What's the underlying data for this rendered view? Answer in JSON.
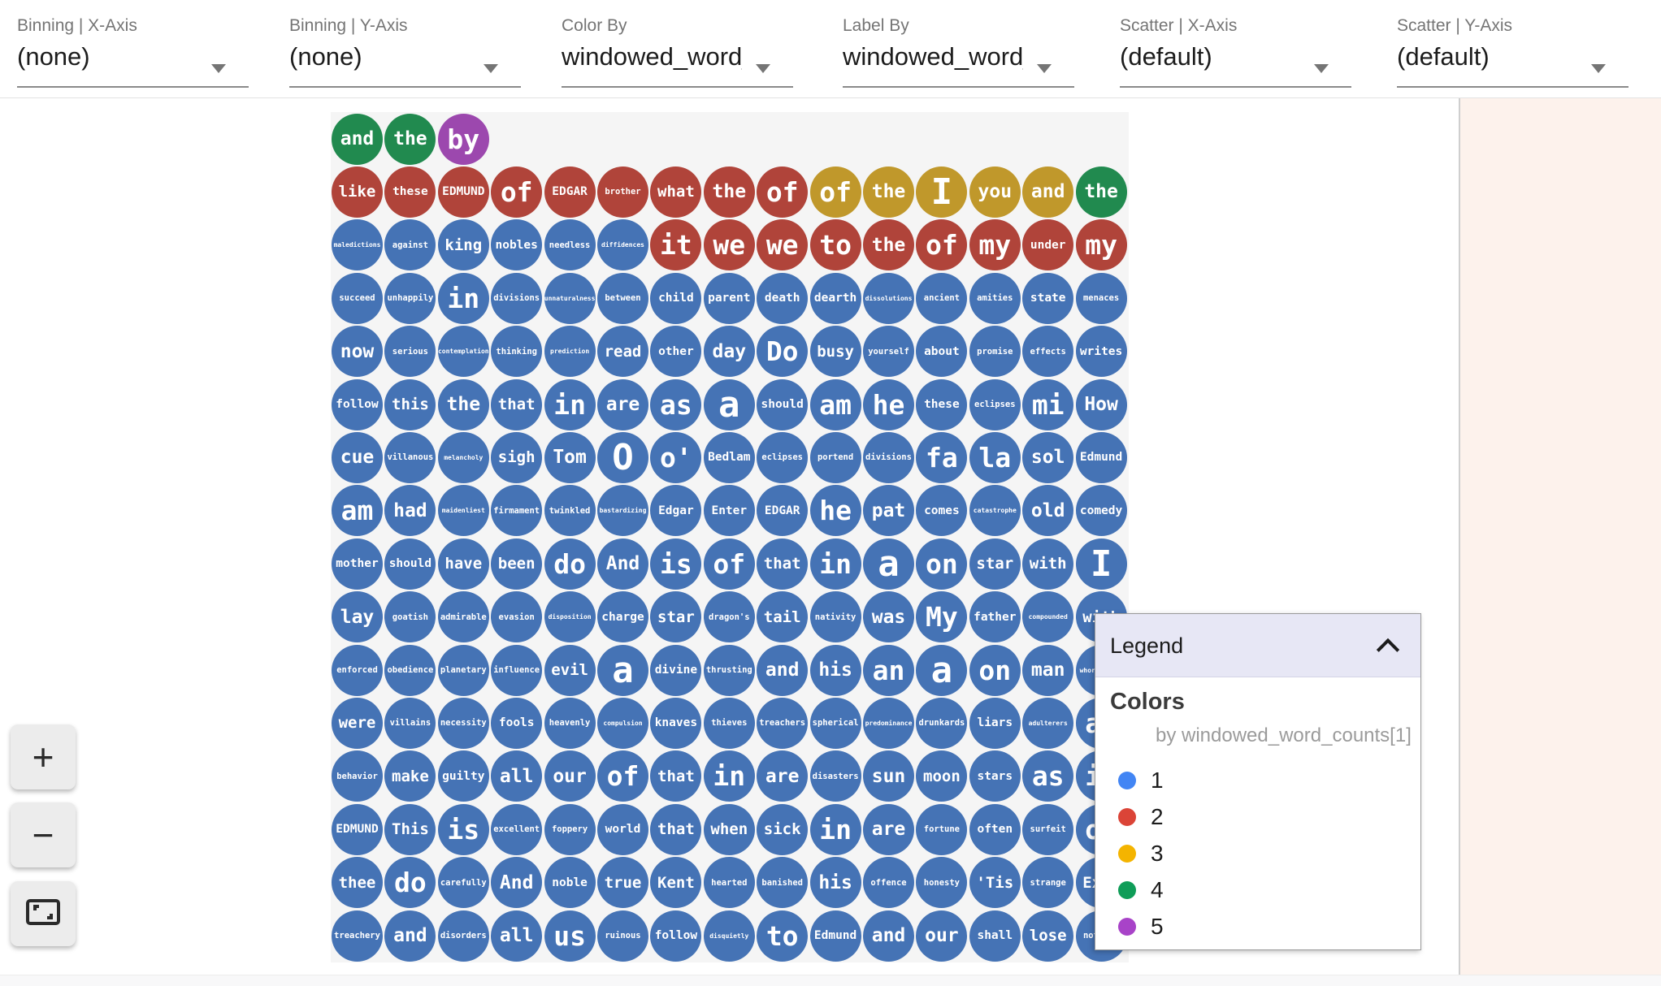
{
  "toolbar": {
    "controls": [
      {
        "id": "binning-x-axis",
        "label": "Binning | X-Axis",
        "value": "(none)"
      },
      {
        "id": "binning-y-axis",
        "label": "Binning | Y-Axis",
        "value": "(none)"
      },
      {
        "id": "color-by",
        "label": "Color By",
        "value": "windowed_word_c"
      },
      {
        "id": "label-by",
        "label": "Label By",
        "value": "windowed_word_c"
      },
      {
        "id": "scatter-x-axis",
        "label": "Scatter | X-Axis",
        "value": "(default)"
      },
      {
        "id": "scatter-y-axis",
        "label": "Scatter | Y-Axis",
        "value": "(default)"
      }
    ]
  },
  "palette": {
    "circle_colors_by_count": {
      "1": "#4573b5",
      "2": "#b0443a",
      "3": "#c0982b",
      "4": "#218a4f",
      "5": "#9c48ae"
    },
    "plot_background": "#f5f5f5",
    "side_panel_background": "#fdf2ec"
  },
  "legend": {
    "title": "Legend",
    "chevron_icon": "chevron-up",
    "section_title": "Colors",
    "subtitle": "by windowed_word_counts[1]",
    "entries": [
      {
        "label": "1",
        "color": "#4285f4"
      },
      {
        "label": "2",
        "color": "#db4437"
      },
      {
        "label": "3",
        "color": "#f4b400"
      },
      {
        "label": "4",
        "color": "#0f9d58"
      },
      {
        "label": "5",
        "color": "#a843c8"
      }
    ]
  },
  "zoom_controls": {
    "zoom_in_label": "+",
    "zoom_out_label": "−",
    "fit_icon": "fit-to-screen"
  },
  "grid": {
    "rows": [
      [
        [
          "and",
          4
        ],
        [
          "the",
          4
        ],
        [
          "by",
          5
        ]
      ],
      [
        [
          "like",
          2
        ],
        [
          "these",
          2
        ],
        [
          "EDMUND",
          2
        ],
        [
          "of",
          2
        ],
        [
          "EDGAR",
          2
        ],
        [
          "brother",
          2
        ],
        [
          "what",
          2
        ],
        [
          "the",
          2
        ],
        [
          "of",
          2
        ],
        [
          "of",
          3
        ],
        [
          "the",
          3
        ],
        [
          "I",
          3
        ],
        [
          "you",
          3
        ],
        [
          "and",
          3
        ],
        [
          "the",
          4
        ]
      ],
      [
        [
          "maledictions",
          1
        ],
        [
          "against",
          1
        ],
        [
          "king",
          1
        ],
        [
          "nobles",
          1
        ],
        [
          "needless",
          1
        ],
        [
          "diffidences",
          1
        ],
        [
          "it",
          2
        ],
        [
          "we",
          2
        ],
        [
          "we",
          2
        ],
        [
          "to",
          2
        ],
        [
          "the",
          2
        ],
        [
          "of",
          2
        ],
        [
          "my",
          2
        ],
        [
          "under",
          2
        ],
        [
          "my",
          2
        ]
      ],
      [
        [
          "succeed",
          1
        ],
        [
          "unhappily",
          1
        ],
        [
          "in",
          1
        ],
        [
          "divisions",
          1
        ],
        [
          "unnaturalness",
          1
        ],
        [
          "between",
          1
        ],
        [
          "child",
          1
        ],
        [
          "parent",
          1
        ],
        [
          "death",
          1
        ],
        [
          "dearth",
          1
        ],
        [
          "dissolutions",
          1
        ],
        [
          "ancient",
          1
        ],
        [
          "amities",
          1
        ],
        [
          "state",
          1
        ],
        [
          "menaces",
          1
        ]
      ],
      [
        [
          "now",
          1
        ],
        [
          "serious",
          1
        ],
        [
          "contemplation",
          1
        ],
        [
          "thinking",
          1
        ],
        [
          "prediction",
          1
        ],
        [
          "read",
          1
        ],
        [
          "other",
          1
        ],
        [
          "day",
          1
        ],
        [
          "Do",
          1
        ],
        [
          "busy",
          1
        ],
        [
          "yourself",
          1
        ],
        [
          "about",
          1
        ],
        [
          "promise",
          1
        ],
        [
          "effects",
          1
        ],
        [
          "writes",
          1
        ]
      ],
      [
        [
          "follow",
          1
        ],
        [
          "this",
          1
        ],
        [
          "the",
          1
        ],
        [
          "that",
          1
        ],
        [
          "in",
          1
        ],
        [
          "are",
          1
        ],
        [
          "as",
          1
        ],
        [
          "a",
          1
        ],
        [
          "should",
          1
        ],
        [
          "am",
          1
        ],
        [
          "he",
          1
        ],
        [
          "these",
          1
        ],
        [
          "eclipses",
          1
        ],
        [
          "mi",
          1
        ],
        [
          "How",
          1
        ]
      ],
      [
        [
          "cue",
          1
        ],
        [
          "villanous",
          1
        ],
        [
          "melancholy",
          1
        ],
        [
          "sigh",
          1
        ],
        [
          "Tom",
          1
        ],
        [
          "O",
          1
        ],
        [
          "o'",
          1
        ],
        [
          "Bedlam",
          1
        ],
        [
          "eclipses",
          1
        ],
        [
          "portend",
          1
        ],
        [
          "divisions",
          1
        ],
        [
          "fa",
          1
        ],
        [
          "la",
          1
        ],
        [
          "sol",
          1
        ],
        [
          "Edmund",
          1
        ]
      ],
      [
        [
          "am",
          1
        ],
        [
          "had",
          1
        ],
        [
          "maidenliest",
          1
        ],
        [
          "firmament",
          1
        ],
        [
          "twinkled",
          1
        ],
        [
          "bastardizing",
          1
        ],
        [
          "Edgar",
          1
        ],
        [
          "Enter",
          1
        ],
        [
          "EDGAR",
          1
        ],
        [
          "he",
          1
        ],
        [
          "pat",
          1
        ],
        [
          "comes",
          1
        ],
        [
          "catastrophe",
          1
        ],
        [
          "old",
          1
        ],
        [
          "comedy",
          1
        ]
      ],
      [
        [
          "mother",
          1
        ],
        [
          "should",
          1
        ],
        [
          "have",
          1
        ],
        [
          "been",
          1
        ],
        [
          "do",
          1
        ],
        [
          "And",
          1
        ],
        [
          "is",
          1
        ],
        [
          "of",
          1
        ],
        [
          "that",
          1
        ],
        [
          "in",
          1
        ],
        [
          "a",
          1
        ],
        [
          "on",
          1
        ],
        [
          "star",
          1
        ],
        [
          "with",
          1
        ],
        [
          "I",
          1
        ]
      ],
      [
        [
          "lay",
          1
        ],
        [
          "goatish",
          1
        ],
        [
          "admirable",
          1
        ],
        [
          "evasion",
          1
        ],
        [
          "disposition",
          1
        ],
        [
          "charge",
          1
        ],
        [
          "star",
          1
        ],
        [
          "dragon's",
          1
        ],
        [
          "tail",
          1
        ],
        [
          "nativity",
          1
        ],
        [
          "was",
          1
        ],
        [
          "My",
          1
        ],
        [
          "father",
          1
        ],
        [
          "compounded",
          1
        ],
        [
          "with",
          1
        ]
      ],
      [
        [
          "enforced",
          1
        ],
        [
          "obedience",
          1
        ],
        [
          "planetary",
          1
        ],
        [
          "influence",
          1
        ],
        [
          "evil",
          1
        ],
        [
          "a",
          1
        ],
        [
          "divine",
          1
        ],
        [
          "thrusting",
          1
        ],
        [
          "and",
          1
        ],
        [
          "his",
          1
        ],
        [
          "an",
          1
        ],
        [
          "a",
          1
        ],
        [
          "on",
          1
        ],
        [
          "man",
          1
        ],
        [
          "whoremaster",
          1
        ]
      ],
      [
        [
          "were",
          1
        ],
        [
          "villains",
          1
        ],
        [
          "necessity",
          1
        ],
        [
          "fools",
          1
        ],
        [
          "heavenly",
          1
        ],
        [
          "compulsion",
          1
        ],
        [
          "knaves",
          1
        ],
        [
          "thieves",
          1
        ],
        [
          "treachers",
          1
        ],
        [
          "spherical",
          1
        ],
        [
          "predominance",
          1
        ],
        [
          "drunkards",
          1
        ],
        [
          "liars",
          1
        ],
        [
          "adulterers",
          1
        ],
        [
          "an",
          1
        ]
      ],
      [
        [
          "behavior",
          1
        ],
        [
          "make",
          1
        ],
        [
          "guilty",
          1
        ],
        [
          "all",
          1
        ],
        [
          "our",
          1
        ],
        [
          "of",
          1
        ],
        [
          "that",
          1
        ],
        [
          "in",
          1
        ],
        [
          "are",
          1
        ],
        [
          "disasters",
          1
        ],
        [
          "sun",
          1
        ],
        [
          "moon",
          1
        ],
        [
          "stars",
          1
        ],
        [
          "as",
          1
        ],
        [
          "if",
          1
        ]
      ],
      [
        [
          "EDMUND",
          1
        ],
        [
          "This",
          1
        ],
        [
          "is",
          1
        ],
        [
          "excellent",
          1
        ],
        [
          "foppery",
          1
        ],
        [
          "world",
          1
        ],
        [
          "that",
          1
        ],
        [
          "when",
          1
        ],
        [
          "sick",
          1
        ],
        [
          "in",
          1
        ],
        [
          "are",
          1
        ],
        [
          "fortune",
          1
        ],
        [
          "often",
          1
        ],
        [
          "surfeit",
          1
        ],
        [
          "of",
          1
        ]
      ],
      [
        [
          "thee",
          1
        ],
        [
          "do",
          1
        ],
        [
          "carefully",
          1
        ],
        [
          "And",
          1
        ],
        [
          "noble",
          1
        ],
        [
          "true",
          1
        ],
        [
          "Kent",
          1
        ],
        [
          "hearted",
          1
        ],
        [
          "banished",
          1
        ],
        [
          "his",
          1
        ],
        [
          "offence",
          1
        ],
        [
          "honesty",
          1
        ],
        [
          "'Tis",
          1
        ],
        [
          "strange",
          1
        ],
        [
          "Exit",
          1
        ]
      ],
      [
        [
          "treachery",
          1
        ],
        [
          "and",
          1
        ],
        [
          "disorders",
          1
        ],
        [
          "all",
          1
        ],
        [
          "us",
          1
        ],
        [
          "ruinous",
          1
        ],
        [
          "follow",
          1
        ],
        [
          "disquietly",
          1
        ],
        [
          "to",
          1
        ],
        [
          "Edmund",
          1
        ],
        [
          "and",
          1
        ],
        [
          "our",
          1
        ],
        [
          "shall",
          1
        ],
        [
          "lose",
          1
        ],
        [
          "nothing",
          1
        ]
      ]
    ]
  }
}
